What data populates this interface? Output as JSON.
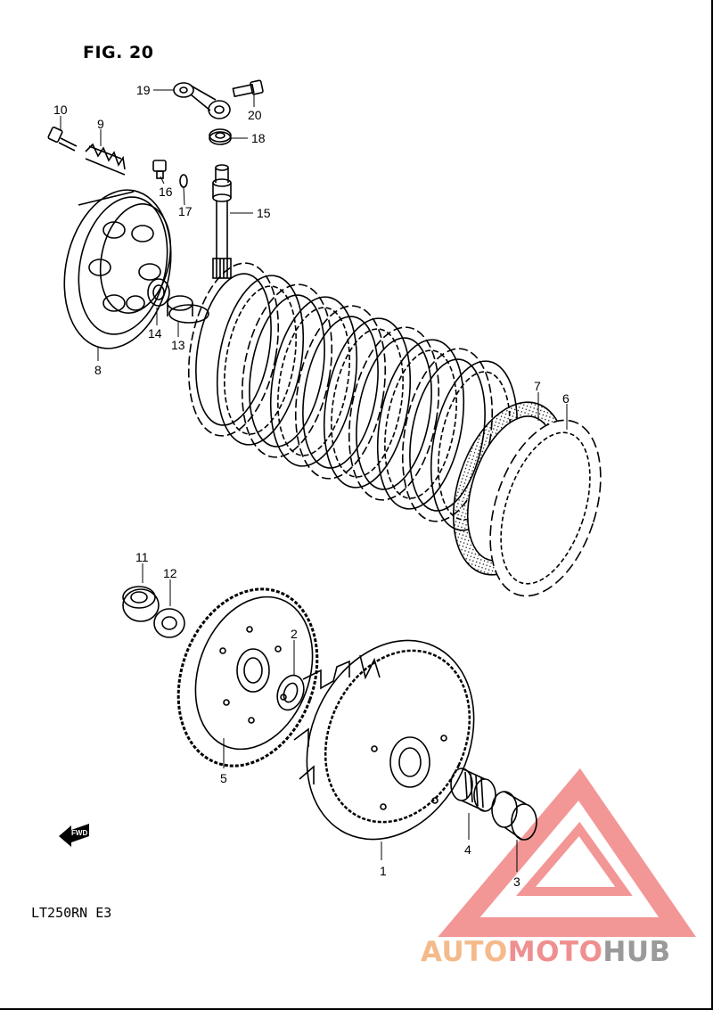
{
  "figure_title": "FIG. 20",
  "model_code": "LT250RN E3",
  "fwd_label": "FWD",
  "watermark": {
    "part1": "AUTO",
    "part2": "MOTO",
    "part3": "HUB"
  },
  "colors": {
    "line": "#000000",
    "wm_orange": "#f4ba8a",
    "wm_red": "#ef8f8f",
    "wm_grey": "#9a9a9a"
  },
  "callouts": [
    "1",
    "2",
    "3",
    "4",
    "5",
    "6",
    "7",
    "8",
    "9",
    "10",
    "11",
    "12",
    "13",
    "14",
    "15",
    "16",
    "17",
    "18",
    "19",
    "20"
  ]
}
